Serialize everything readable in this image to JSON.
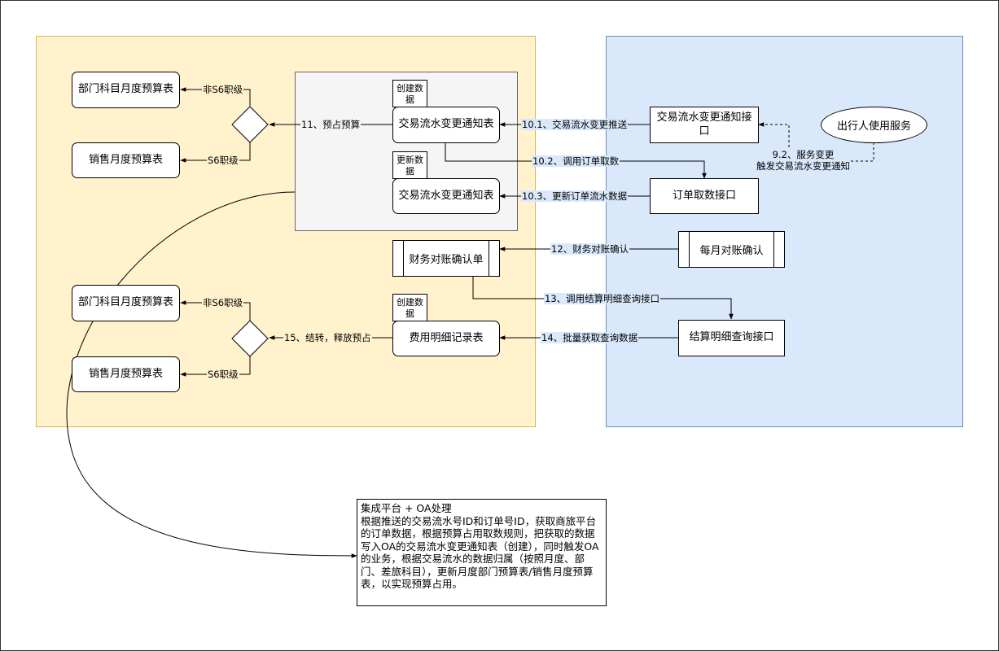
{
  "budget": {
    "dept_table_1": "部门科目月度预算表",
    "sales_table_1": "销售月度预算表",
    "dept_table_2": "部门科目月度预算表",
    "sales_table_2": "销售月度预算表"
  },
  "decision": {
    "non_s6_1": "非S6职级",
    "s6_1": "S6职级",
    "non_s6_2": "非S6职级",
    "s6_2": "S6职级"
  },
  "tables": {
    "notice_create_tag": "创建数据",
    "notice_create": "交易流水变更通知表",
    "notice_update_tag": "更新数据",
    "notice_update": "交易流水变更通知表",
    "reconcile": "财务对账确认单",
    "expense_tag": "创建数据",
    "expense": "费用明细记录表"
  },
  "services": {
    "notice_api": "交易流水变更通知接口",
    "traveler": "出行人使用服务",
    "order_api": "订单取数接口",
    "monthly": "每月对账确认",
    "settle_api": "结算明细查询接口"
  },
  "edges": {
    "e11": "11、预占预算",
    "e10_1": "10.1、交易流水变更推送",
    "e9_2": "9.2、服务变更\n触发交易流水变更通知",
    "e10_2": "10.2、调用订单取数",
    "e10_3": "10.3、更新订单流水数据",
    "e12": "12、财务对账确认",
    "e13": "13、调用结算明细查询接口",
    "e14": "14、批量获取查询数据",
    "e15": "15、结转，释放预占"
  },
  "note": {
    "title": "集成平台 + OA处理",
    "body": "根据推送的交易流水号ID和订单号ID，获取商旅平台的订单数据，根据预算占用取数规则，把获取的数据写入OA的交易流水变更通知表（创建），同时触发OA的业务，根据交易流水的数据归属（按照月度、部门、差旅科目），更新月度部门预算表/销售月度预算表，以实现预算占用。"
  },
  "colors": {
    "zone_yellow": "#fff2cc",
    "zone_yellow_border": "#d6b656",
    "zone_blue": "#dae8fc",
    "zone_blue_border": "#6c8ebf",
    "zone_gray": "#f5f5f5"
  }
}
